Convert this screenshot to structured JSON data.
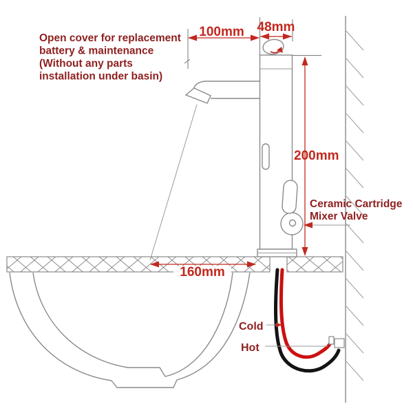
{
  "figure": {
    "type": "technical-installation-diagram",
    "subject": "Automatic sensor basin faucet installation with dimensions"
  },
  "annotations": {
    "open_cover": {
      "lines": [
        "Open cover for replacement",
        "battery & maintenance",
        "(Without any parts",
        "installation under basin)"
      ]
    },
    "mixer_valve": {
      "lines": [
        "Ceramic Cartridge",
        "Mixer Valve"
      ]
    },
    "cold_label": "Cold",
    "hot_label": "Hot"
  },
  "dimensions": {
    "spout_reach": "100mm",
    "body_width": "48mm",
    "body_height": "200mm",
    "water_drop_distance": "160mm"
  },
  "colors": {
    "annotation_text": "#8e1f1f",
    "dimension_red": "#c2281e",
    "hot_hose_red": "#cc1010",
    "cold_hose_black": "#141414",
    "drawing_gray": "#8a8a8a"
  }
}
